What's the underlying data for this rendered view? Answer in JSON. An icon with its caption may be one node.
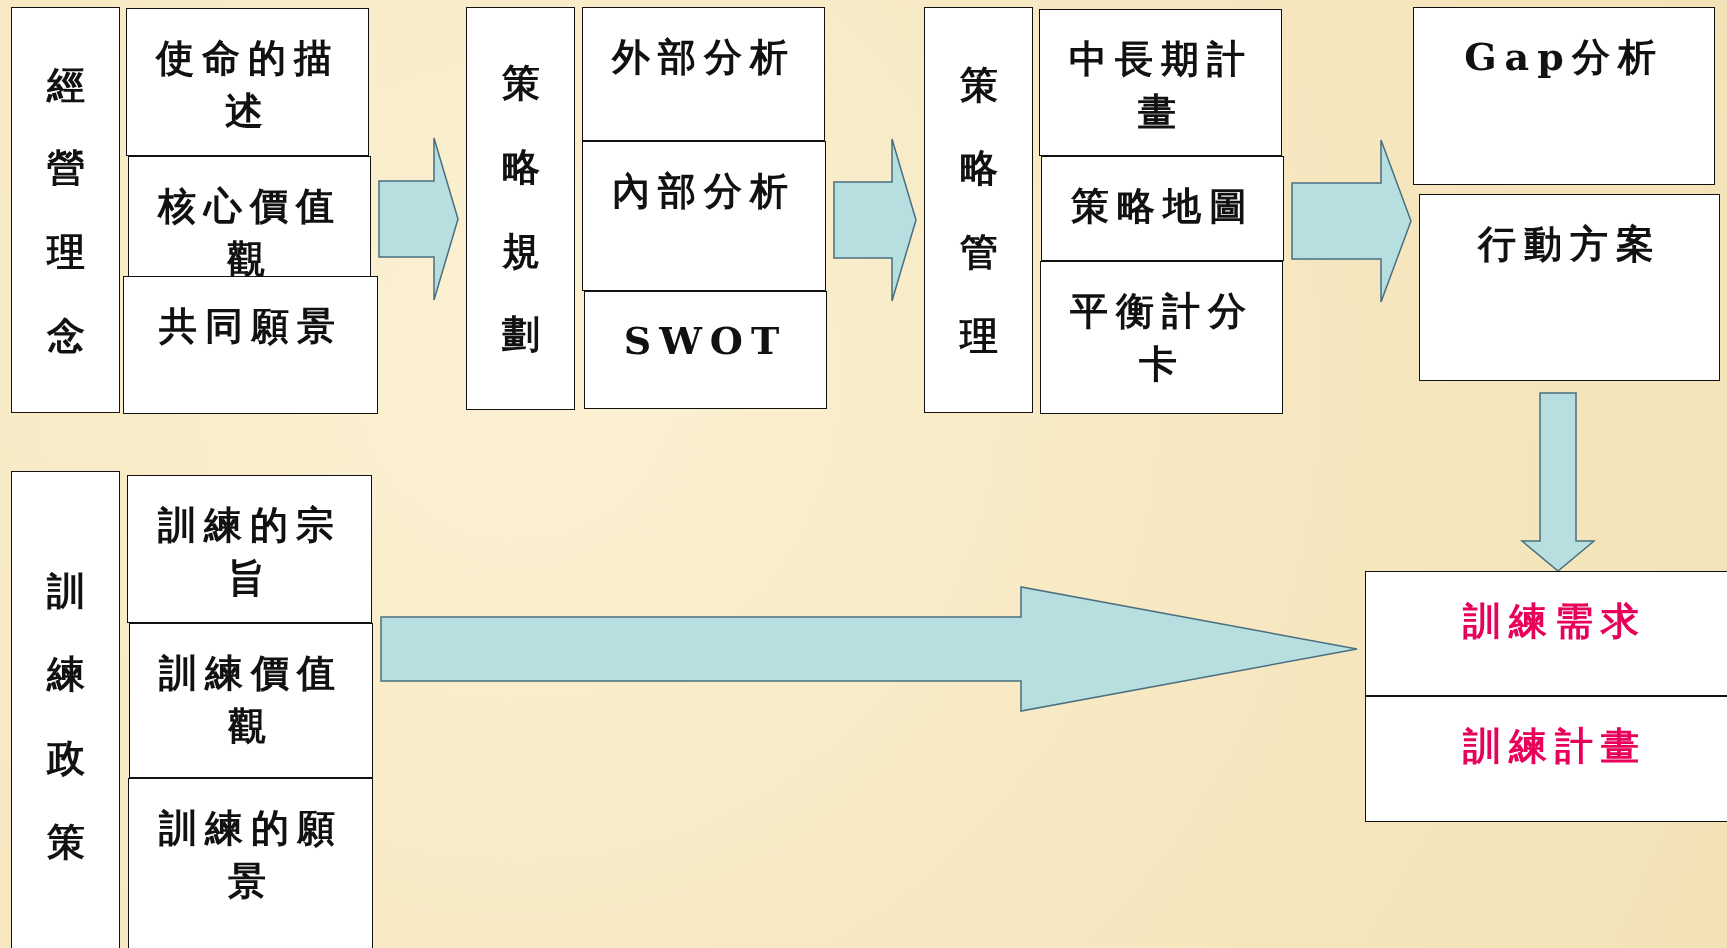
{
  "diagram": {
    "nodes": [
      {
        "text": [
          "經營理念"
        ]
      },
      {
        "text": [
          "使命的描述"
        ]
      },
      {
        "text": [
          "核心價值觀"
        ]
      },
      {
        "text": [
          "共同願景"
        ]
      },
      {
        "text": [
          "策略規劃"
        ]
      },
      {
        "text": [
          "外部分析"
        ]
      },
      {
        "text": [
          "內部分析"
        ]
      },
      {
        "text": [
          "SWOT"
        ]
      },
      {
        "text": [
          "策略管理"
        ]
      },
      {
        "text": [
          "中長期計畫"
        ]
      },
      {
        "text": [
          "策略地圖"
        ]
      },
      {
        "text": [
          "平衡計分卡"
        ]
      },
      {
        "text": [
          "Gap分析"
        ]
      },
      {
        "text": [
          "行動方案"
        ]
      },
      {
        "text": [
          "訓練政策"
        ]
      },
      {
        "text": [
          "訓練的宗旨"
        ]
      },
      {
        "text": [
          "訓練價值觀"
        ]
      },
      {
        "text": [
          "訓練的願景"
        ]
      },
      {
        "text": [
          "訓練需求"
        ]
      },
      {
        "text": [
          "訓練計畫"
        ]
      }
    ],
    "edges": [
      {
        "from": 2,
        "to": 4,
        "arrow": "to"
      },
      {
        "from": 6,
        "to": 8,
        "arrow": "to"
      },
      {
        "from": 10,
        "to": 13,
        "arrow": "to"
      },
      {
        "from": 13,
        "to": 18,
        "arrow": "to"
      },
      {
        "from": 16,
        "to": 18,
        "arrow": "to"
      }
    ]
  }
}
